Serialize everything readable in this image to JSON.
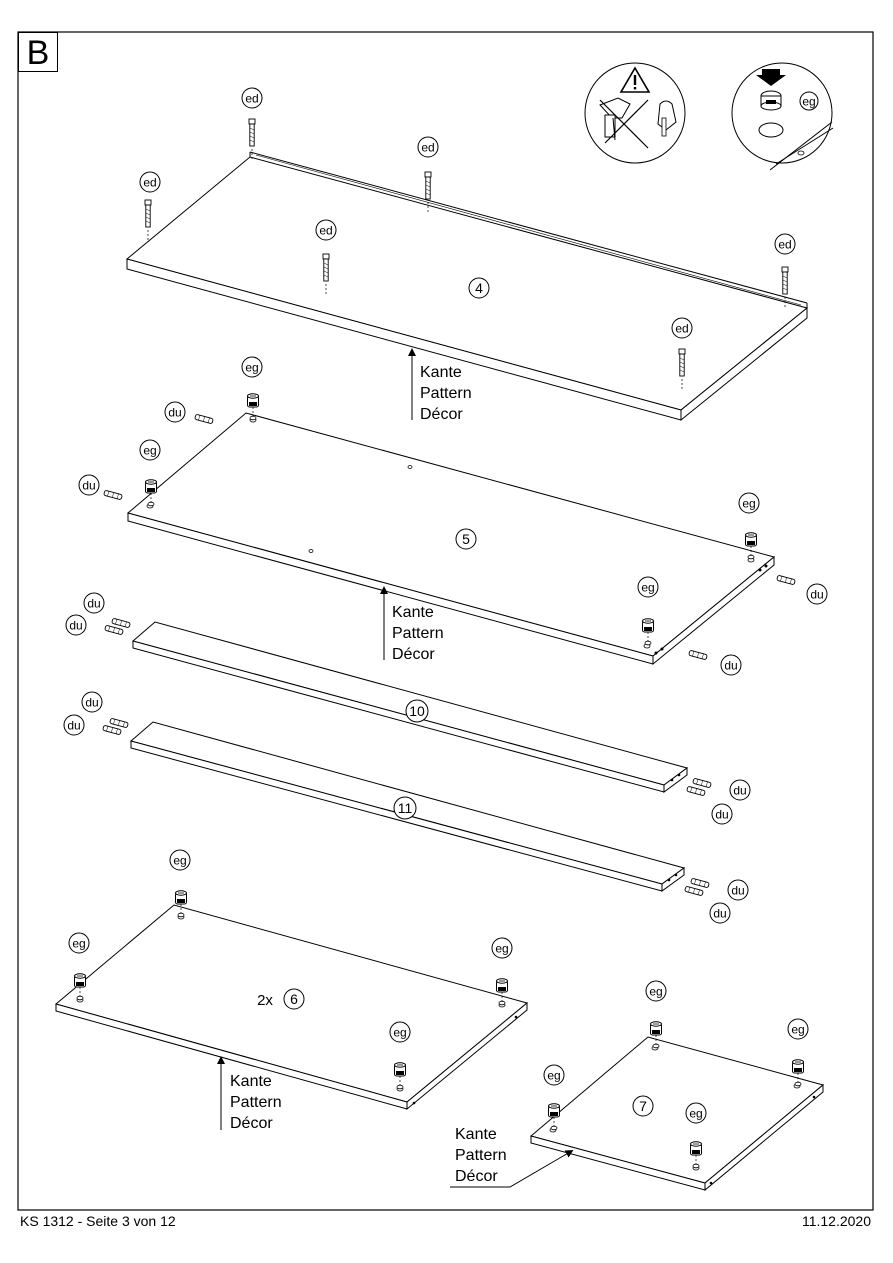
{
  "step_letter": "B",
  "footer": {
    "doc_ref": "KS 1312 - Seite 3 von 12",
    "date": "11.12.2020"
  },
  "hardware": {
    "ed": "ed",
    "eg": "eg",
    "du": "du"
  },
  "edge_label": {
    "line1": "Kante",
    "line2": "Pattern",
    "line3": "Décor"
  },
  "parts": {
    "p4": "4",
    "p5": "5",
    "p10": "10",
    "p11": "11",
    "p6": "6",
    "p6_qty": "2x",
    "p7": "7"
  },
  "icons": [
    "warning-triangle-icon",
    "no-power-drill-icon",
    "manual-screwdriver-icon",
    "cam-lock-insert-icon"
  ]
}
